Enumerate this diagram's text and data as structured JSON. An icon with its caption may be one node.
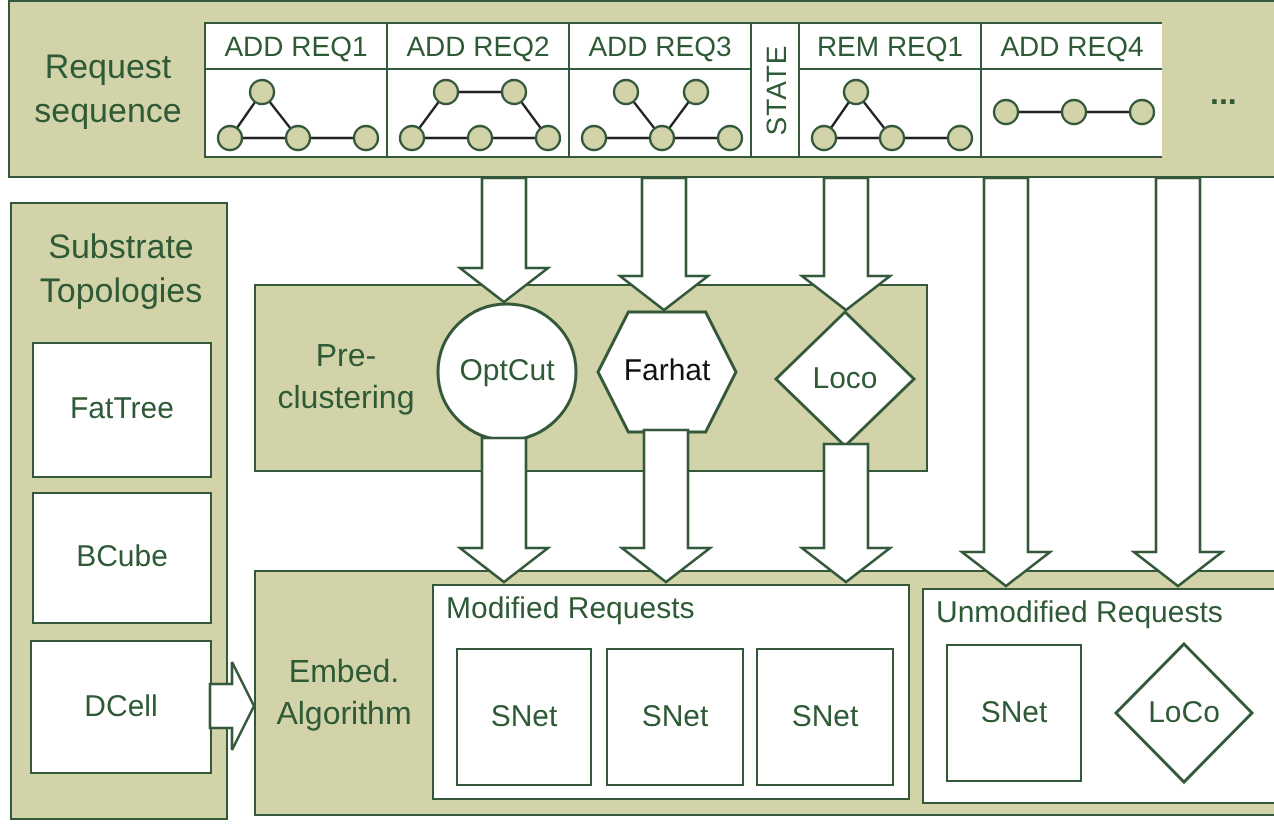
{
  "diagram": {
    "nodes": [
      {
        "text": [
          "Request sequence"
        ]
      },
      {
        "text": [
          "ADD REQ1"
        ],
        "in": 0
      },
      {
        "text": [
          "ADD REQ2"
        ],
        "in": 0
      },
      {
        "text": [
          "ADD REQ3"
        ],
        "in": 0
      },
      {
        "text": [
          "STATE"
        ],
        "in": 0
      },
      {
        "text": [
          "REM REQ1"
        ],
        "in": 0
      },
      {
        "text": [
          "ADD REQ4"
        ],
        "in": 0
      },
      {
        "text": [
          "Substrate Topologies"
        ]
      },
      {
        "text": [
          "FatTree"
        ],
        "in": 7
      },
      {
        "text": [
          "BCube"
        ],
        "in": 7
      },
      {
        "text": [
          "DCell"
        ],
        "in": 7
      },
      {
        "text": [
          "Pre-clustering"
        ]
      },
      {
        "text": [
          "OptCut"
        ],
        "in": 11
      },
      {
        "text": [
          "Farhat"
        ],
        "in": 11
      },
      {
        "text": [
          "Loco"
        ],
        "in": 11
      },
      {
        "text": [
          "Embed. Algorithm"
        ]
      },
      {
        "text": [
          "Modified Requests"
        ],
        "in": 15
      },
      {
        "text": [
          "SNet"
        ],
        "in": 16
      },
      {
        "text": [
          "SNet"
        ],
        "in": 16
      },
      {
        "text": [
          "SNet"
        ],
        "in": 16
      },
      {
        "text": [
          "Unmodified Requests"
        ],
        "in": 15
      },
      {
        "text": [
          "SNet"
        ],
        "in": 20
      },
      {
        "text": [
          "LoCo"
        ],
        "in": 20
      }
    ],
    "edges": [
      {
        "from": 0,
        "to": 12,
        "arrow": "to"
      },
      {
        "from": 0,
        "to": 13,
        "arrow": "to"
      },
      {
        "from": 0,
        "to": 14,
        "arrow": "to"
      },
      {
        "from": 12,
        "to": 16,
        "arrow": "to"
      },
      {
        "from": 13,
        "to": 16,
        "arrow": "to"
      },
      {
        "from": 14,
        "to": 16,
        "arrow": "to"
      },
      {
        "from": 0,
        "to": 20,
        "arrow": "to"
      },
      {
        "from": 0,
        "to": 20,
        "arrow": "to"
      },
      {
        "from": 10,
        "to": 15,
        "arrow": "to"
      }
    ],
    "labels": [
      "..."
    ]
  }
}
